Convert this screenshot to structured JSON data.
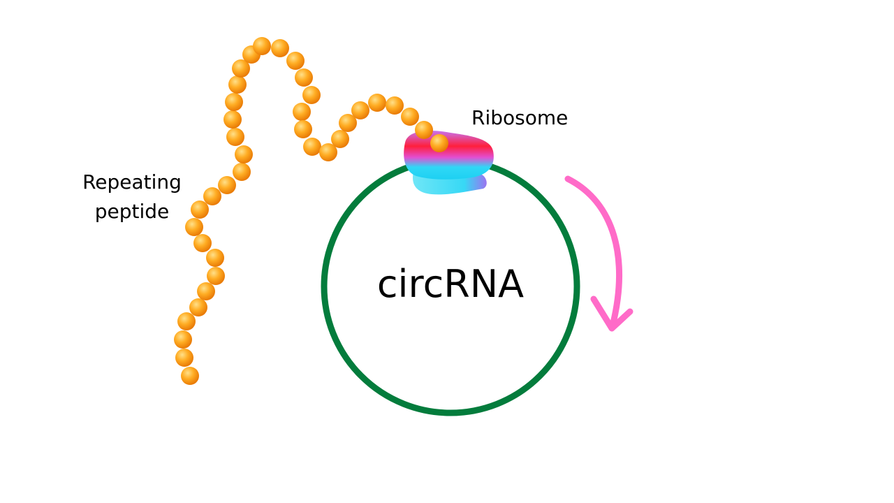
{
  "labels": {
    "ribosome": "Ribosome",
    "peptide_line1": "Repeating",
    "peptide_line2": "peptide",
    "circrna": "circRNA"
  },
  "colors": {
    "circle_stroke": "#037c3c",
    "bead_fill": "#ff9d1a",
    "bead_highlight": "#ffd87a",
    "bead_edge": "#e07800",
    "arrow": "#ff6bc8",
    "ribosome_red": "#ff1f3c",
    "ribosome_magenta": "#e04fd0",
    "ribosome_cyan": "#1ed8f5"
  },
  "icons": {
    "ribosome": "ribosome-icon",
    "arrow": "clockwise-arrow-icon"
  }
}
